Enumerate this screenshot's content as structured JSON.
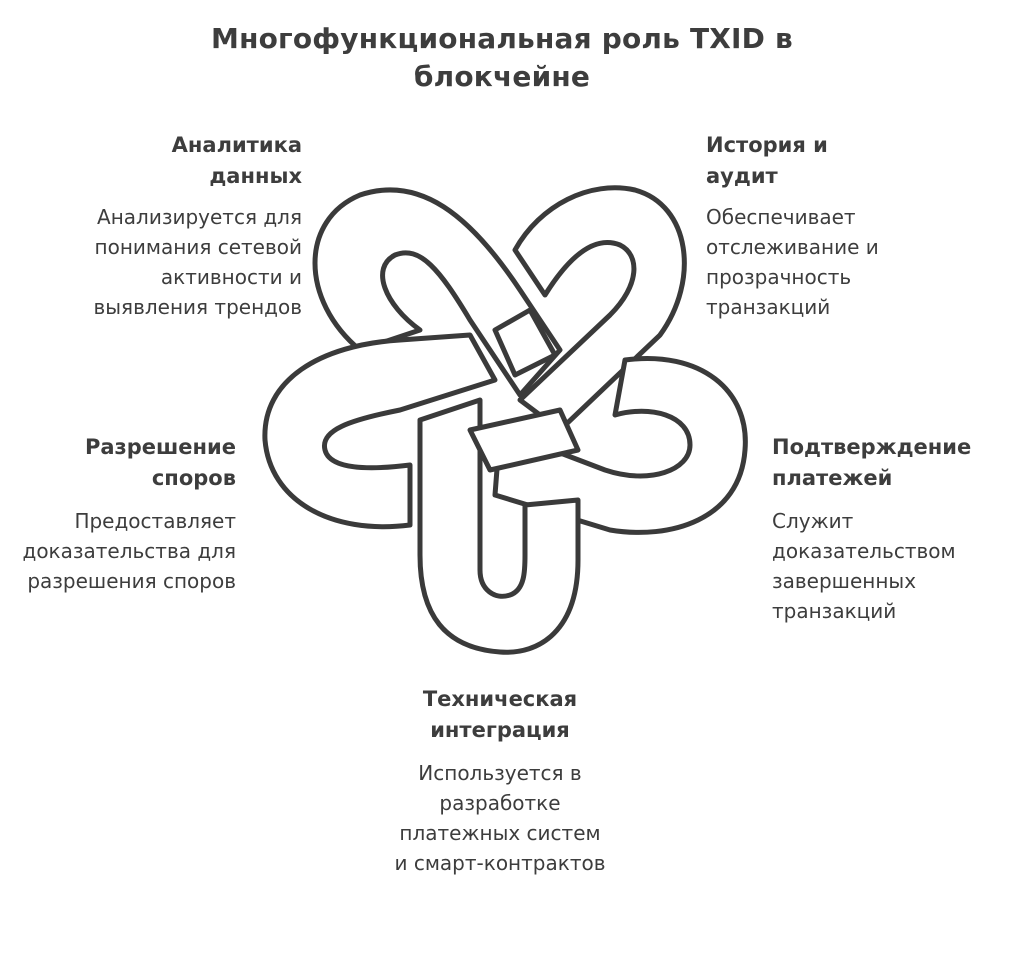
{
  "title": "Многофункциональная роль TXID в блокчейне",
  "nodes": {
    "analytics": {
      "title": "Аналитика данных",
      "description": "Анализируется для понимания сетевой активности и выявления трендов"
    },
    "history": {
      "title": "История и аудит",
      "description": "Обеспечивает отслеживание и прозрачность транзакций"
    },
    "disputes": {
      "title": "Разрешение споров",
      "description": "Предоставляет доказательства для разрешения споров"
    },
    "payments": {
      "title": "Подтверждение платежей",
      "description": "Служит доказательством завершенных транзакций"
    },
    "integration": {
      "title": "Техническая интеграция",
      "description": "Используется в разработке платежных систем и смарт-контрактов"
    }
  },
  "colors": {
    "stroke": "#3a3a3a",
    "fill": "#ffffff",
    "text": "#3d3d3d"
  }
}
